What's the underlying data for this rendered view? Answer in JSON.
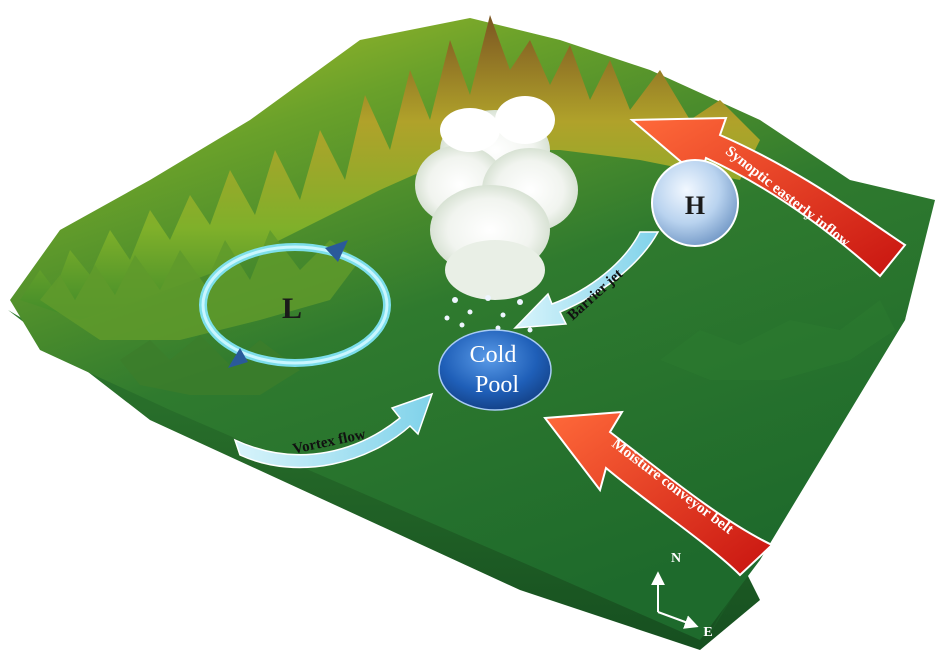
{
  "diagram": {
    "labels": {
      "low_pressure": "L",
      "high_pressure": "H",
      "cold_pool_line1": "Cold",
      "cold_pool_line2": "Pool",
      "vortex_flow": "Vortex flow",
      "barrier_jet": "Barrier jet",
      "synoptic_inflow": "Synoptic easterly inflow",
      "moisture_belt": "Moisture conveyor belt",
      "north": "N",
      "east": "E"
    },
    "colors": {
      "terrain_dark": "#1f6a2c",
      "terrain_mid": "#3f8a2a",
      "terrain_light": "#9cc12a",
      "terrain_peak": "#7a5a22",
      "cyan_arrow": "#8fe0f0",
      "red_arrow": "#e2261a",
      "cold_pool": "#1f5fb8",
      "high_bubble": "#a9c8e8"
    },
    "icons": [
      "cloud-icon",
      "raindrop-icon",
      "compass-icon"
    ]
  }
}
